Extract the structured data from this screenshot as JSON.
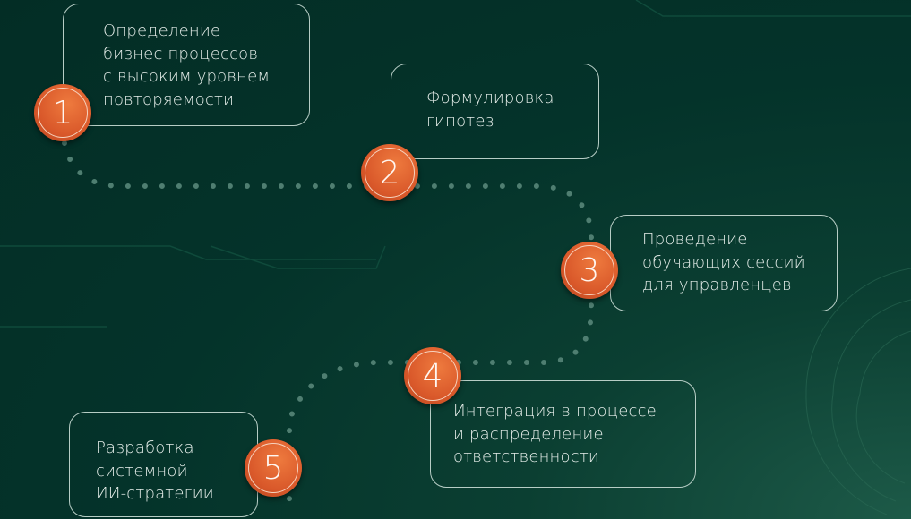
{
  "steps": [
    {
      "number": "1",
      "lines": [
        "Определение",
        "бизнес процессов",
        "с высоким уровнем",
        "повторяемости"
      ]
    },
    {
      "number": "2",
      "lines": [
        "Формулировка",
        "гипотез"
      ]
    },
    {
      "number": "3",
      "lines": [
        "Проведение",
        "обучающих сессий",
        "для управленцев"
      ]
    },
    {
      "number": "4",
      "lines": [
        "Интеграция в процессе",
        "и распределение",
        "ответственности"
      ]
    },
    {
      "number": "5",
      "lines": [
        "Разработка",
        "системной",
        "ИИ-стратегии"
      ]
    }
  ],
  "colors": {
    "background": "#04332a",
    "accent": "#d9582a",
    "path": "#4f7e71",
    "border": "#b7cdc5"
  }
}
